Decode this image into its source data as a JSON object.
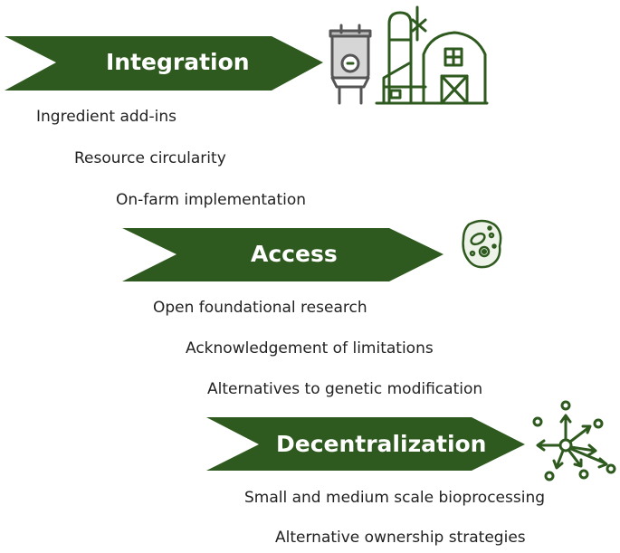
{
  "colors": {
    "banner": "#2f5a1f",
    "icon_stroke": "#2f5a1f",
    "text": "#222222"
  },
  "sections": [
    {
      "title": "Integration",
      "icon": "bioreactor-and-barn-icon",
      "items": [
        "Ingredient add-ins",
        "Resource circularity",
        "On-farm implementation"
      ]
    },
    {
      "title": "Access",
      "icon": "microbe-cell-icon",
      "items": [
        "Open foundational research",
        "Acknowledgement of limitations",
        "Alternatives to genetic modification"
      ]
    },
    {
      "title": "Decentralization",
      "icon": "network-spread-icon",
      "items": [
        "Small and medium scale bioprocessing",
        "Alternative ownership strategies"
      ]
    }
  ]
}
